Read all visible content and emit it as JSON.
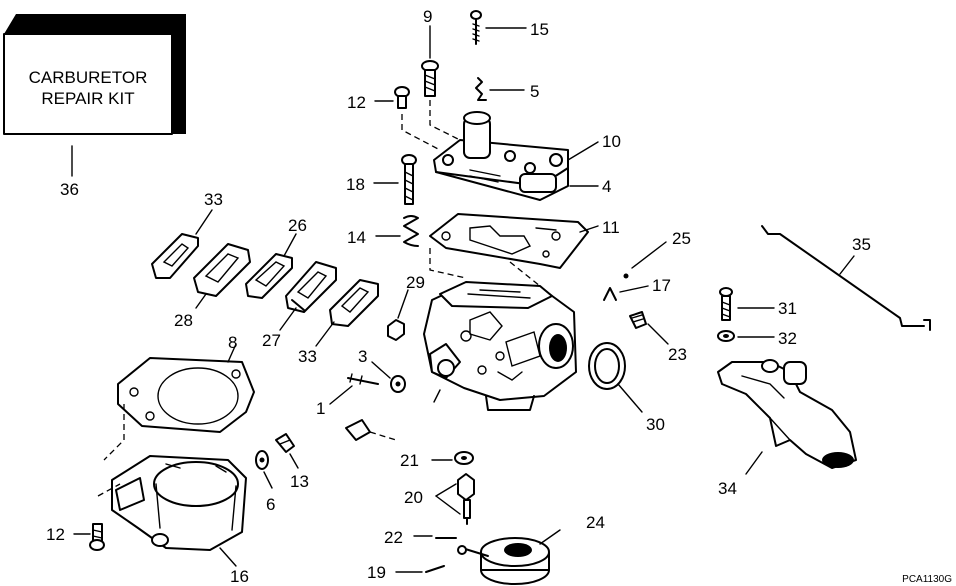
{
  "diagram": {
    "kit_box": {
      "line1": "CARBURETOR",
      "line2": "REPAIR KIT"
    },
    "figure_code": "PCA1130G",
    "labels": {
      "p9": "9",
      "p15": "15",
      "p12a": "12",
      "p5": "5",
      "p10": "10",
      "p4": "4",
      "p36": "36",
      "p18": "18",
      "p33a": "33",
      "p26": "26",
      "p14": "14",
      "p11": "11",
      "p25": "25",
      "p35": "35",
      "p17": "17",
      "p29": "29",
      "p28": "28",
      "p27": "27",
      "p33b": "33",
      "p31": "31",
      "p8": "8",
      "p3": "3",
      "p23": "23",
      "p32": "32",
      "p1": "1",
      "p30": "30",
      "p13": "13",
      "p21": "21",
      "p34": "34",
      "p6": "6",
      "p20": "20",
      "p24": "24",
      "p12b": "12",
      "p22": "22",
      "p19": "19",
      "p16": "16"
    }
  }
}
